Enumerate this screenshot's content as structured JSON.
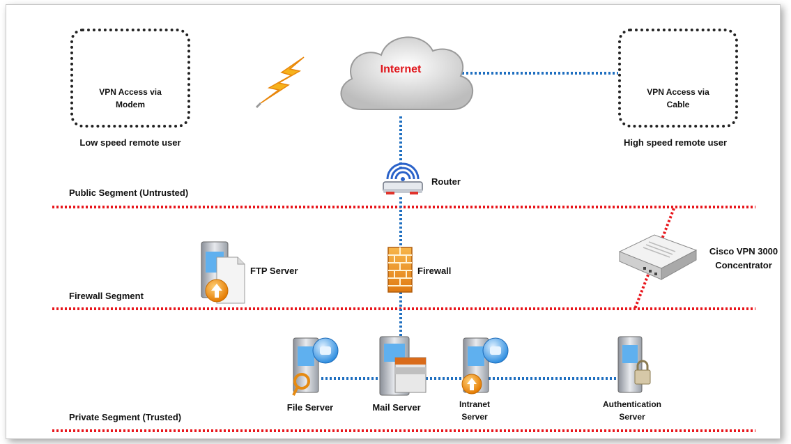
{
  "labels": {
    "internet": "Internet",
    "vpn_modem": "VPN Access via Modem",
    "vpn_modem_line1": "VPN Access via",
    "vpn_modem_line2": "Modem",
    "vpn_cable_line1": "VPN Access via",
    "vpn_cable_line2": "Cable",
    "low_speed": "Low speed remote user",
    "high_speed": "High speed remote user",
    "router": "Router",
    "public_segment": "Public Segment (Untrusted)",
    "firewall_segment": "Firewall Segment",
    "private_segment": "Private Segment (Trusted)",
    "ftp_server": "FTP Server",
    "firewall": "Firewall",
    "cisco_line1": "Cisco VPN 3000",
    "cisco_line2": "Concentrator",
    "file_server": "File Server",
    "mail_server": "Mail Server",
    "intranet_line1": "Intranet",
    "intranet_line2": "Server",
    "auth_line1": "Authentication",
    "auth_line2": "Server"
  },
  "colors": {
    "segment_line": "#e8161c",
    "link_line": "#1f6fc0",
    "internet_text": "#e0161c",
    "cloud": "#d9d9d9"
  },
  "icons": [
    "user-laptop-icon",
    "lightning-icon",
    "cloud-icon",
    "router-icon",
    "server-icon",
    "firewall-icon",
    "vpn-concentrator-icon"
  ]
}
